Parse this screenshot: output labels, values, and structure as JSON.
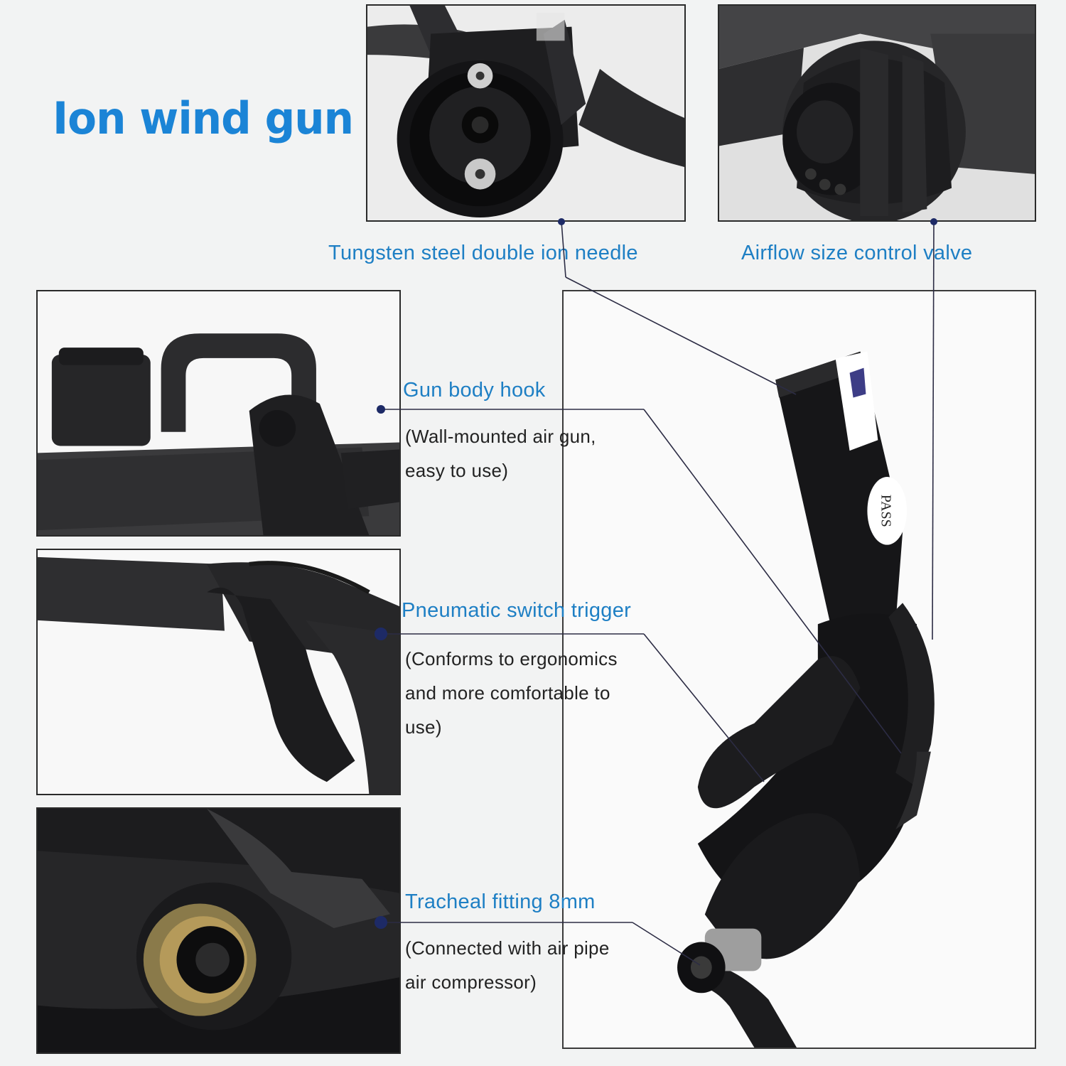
{
  "title": "Ion wind gun",
  "features": {
    "needle": {
      "title": "Tungsten steel double ion needle"
    },
    "valve": {
      "title": "Airflow size control valve"
    },
    "hook": {
      "title": "Gun body hook",
      "description": "(Wall-mounted air gun,\neasy to use)"
    },
    "trigger": {
      "title": "Pneumatic switch trigger",
      "description": "(Conforms to ergonomics\nand more comfortable to\nuse)"
    },
    "fitting": {
      "title": "Tracheal fitting 8mm",
      "description": "(Connected with air pipe\nair compressor)"
    }
  },
  "product_sticker": {
    "text": "PASS"
  },
  "colors": {
    "title": "#1b84d6",
    "label": "#1e7fc4",
    "leader_line": "#2c2c44",
    "product_body": "#1c1c1e"
  }
}
